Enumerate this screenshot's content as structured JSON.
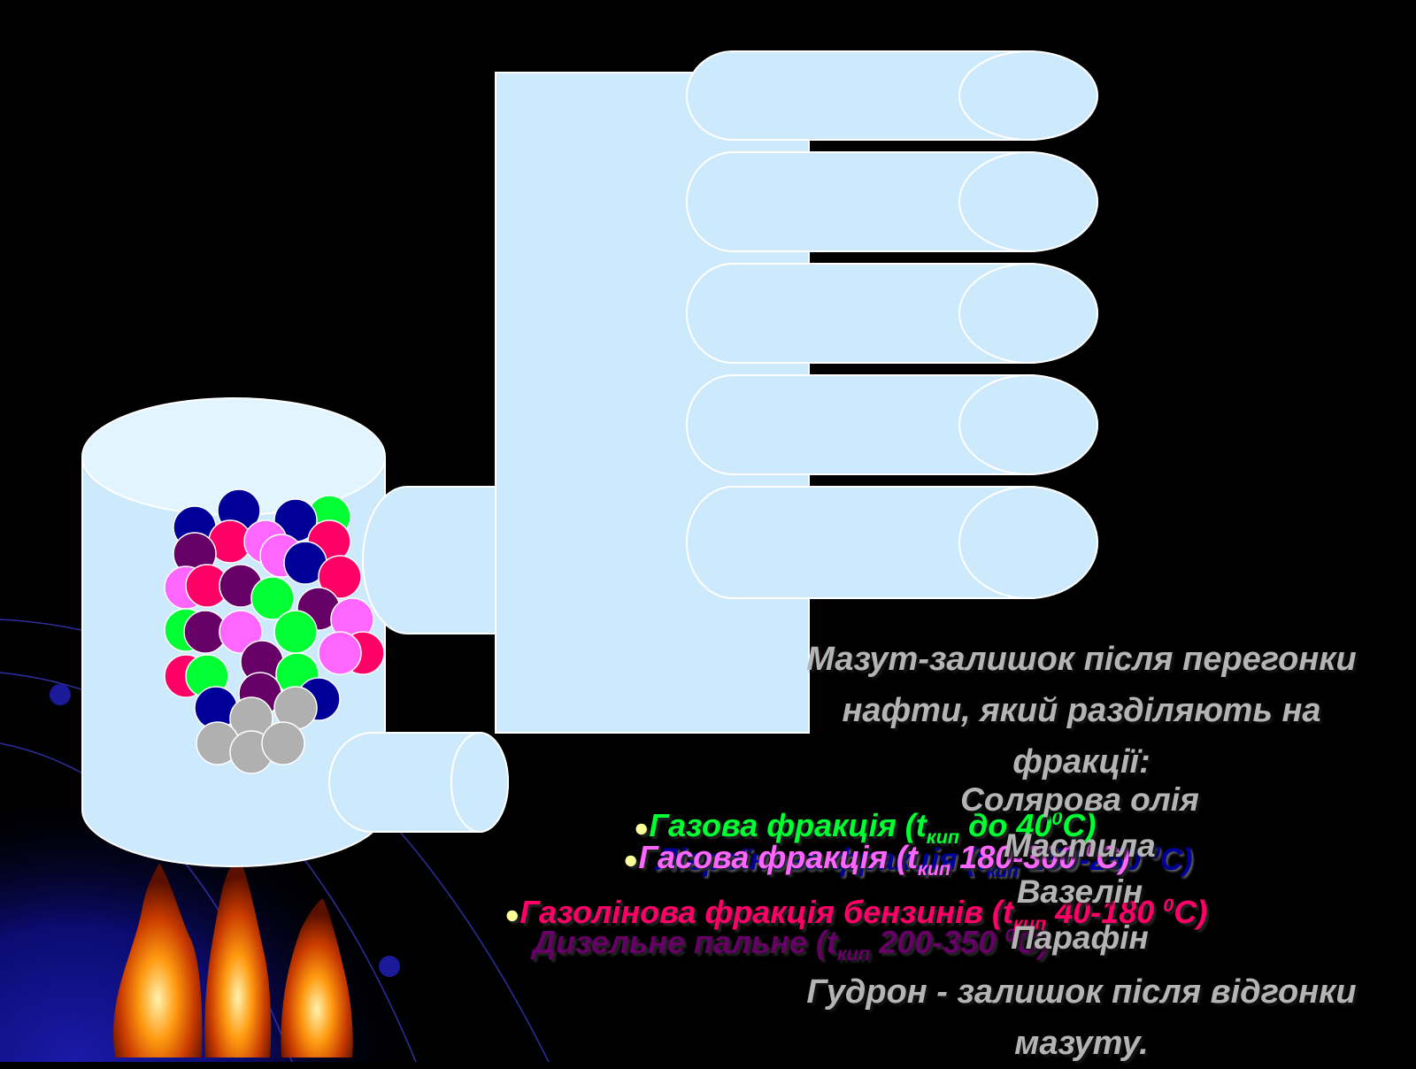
{
  "colors": {
    "background": "#000000",
    "apparatus_fill": "#cdeafc",
    "apparatus_stroke": "#ffffff",
    "gas_fraction": "#00ff33",
    "gas_fraction2": "#ff66ff",
    "gasoline_fraction": "#ff0066",
    "kerosene_fraction": "#000099",
    "diesel_fraction": "#660066",
    "residue_text": "#b4b4b4",
    "residue_particle": "#b0b0b0"
  },
  "molecule_colors": [
    "#000099",
    "#00ff33",
    "#ff0066",
    "#ff66ff",
    "#660066",
    "#b0b0b0"
  ],
  "labels": {
    "gas_fraction": {
      "bullet": "●",
      "pre": "Газова фракція (t",
      "sub": "кип",
      "mid": " до 40",
      "sup": "0",
      "post": "С)"
    },
    "gas_fraction_overlap": {
      "bullet": "●",
      "pre": "Гасова фракція (t",
      "sub": "кип",
      "mid": " 180-300 ",
      "sup": "0",
      "post": "С)"
    },
    "kerosene": {
      "pre": "Лігроїнова фракція (t",
      "sub": "кип",
      "mid": " 150-250 ",
      "sup": "0",
      "post": "С)"
    },
    "gasoline": {
      "bullet": "●",
      "pre": "Газолінова фракція бензинів (t",
      "sub": "кип",
      "mid": " 40-180 ",
      "sup": "0",
      "post": "С)"
    },
    "diesel": {
      "pre": "Дизельне пальне (t",
      "sub": "кип",
      "mid": " 200-350 ",
      "sup": "0",
      "post": "С)"
    }
  },
  "mazut": {
    "lines": [
      "Мазут-залишок після перегонки",
      "нафти, який разділяють на",
      "фракції:"
    ]
  },
  "heavy_fractions": [
    "Солярова олія",
    "Мастила",
    "Вазелін",
    "Парафін"
  ],
  "gudron": {
    "lines": [
      "Гудрон - залишок після відгонки",
      "мазуту."
    ]
  }
}
